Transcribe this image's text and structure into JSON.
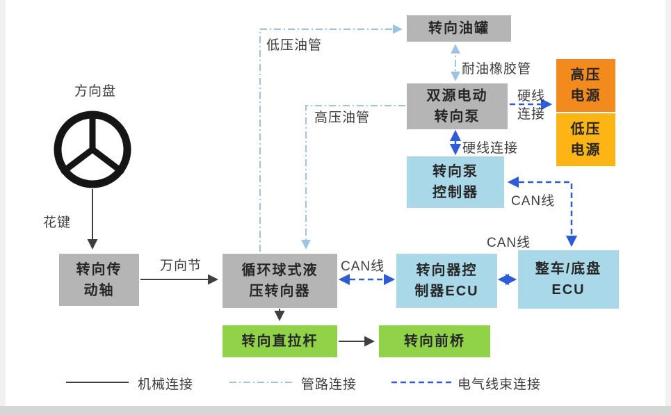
{
  "title": "truck-steering-system-diagram",
  "nodes": {
    "wheel": {
      "label": "方向盘"
    },
    "shaft": {
      "line1": "转向传",
      "line2": "动轴"
    },
    "gear": {
      "line1": "循环球式液",
      "line2": "压转向器"
    },
    "drag_link": {
      "label": "转向直拉杆"
    },
    "front_axle": {
      "label": "转向前桥"
    },
    "oil_tank": {
      "label": "转向油罐"
    },
    "pump": {
      "line1": "双源电动",
      "line2": "转向泵"
    },
    "pump_controller": {
      "line1": "转向泵",
      "line2": "控制器"
    },
    "hv_power": {
      "line1": "高压",
      "line2": "电源"
    },
    "lv_power": {
      "line1": "低压",
      "line2": "电源"
    },
    "gear_ecu": {
      "line1": "转向器控",
      "line2": "制器ECU"
    },
    "vehicle_ecu": {
      "line1": "整车/底盘",
      "line2": "ECU"
    }
  },
  "edges": {
    "spline": "花键",
    "universal_joint": "万向节",
    "low_pressure_pipe": "低压油管",
    "high_pressure_pipe": "高压油管",
    "oil_rubber_hose": "耐油橡胶管",
    "hardwire_power_line1": "硬线",
    "hardwire_power_line2": "连接",
    "hardwire_controller": "硬线连接",
    "can_gear": "CAN线",
    "can_ecu": "CAN线",
    "can_pump": "CAN线"
  },
  "legend": {
    "mechanical": "机械连接",
    "pipeline": "管路连接",
    "electrical": "电气线束连接"
  },
  "colors": {
    "box_gray": "#b5b5b5",
    "box_light_blue": "#a9d8e8",
    "box_green": "#90d248",
    "box_orange": "#f28a1e",
    "box_amber": "#fcb514",
    "line_mechanical": "#3f3f3f",
    "line_pipeline": "#9cc2e5",
    "line_electrical": "#2e5cd8",
    "text_dark": "#262626"
  }
}
